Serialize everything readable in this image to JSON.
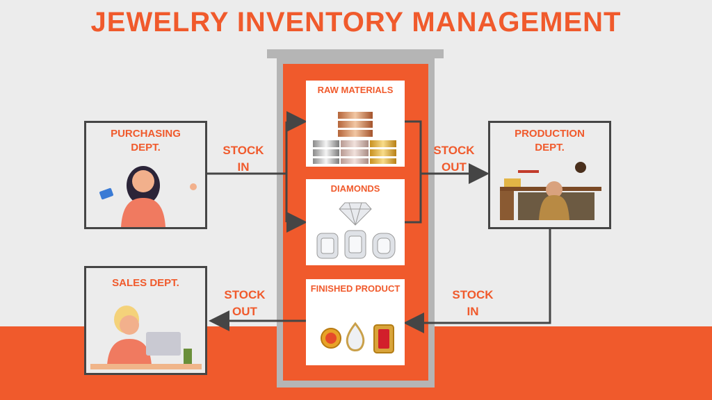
{
  "title": "JEWELRY INVENTORY MANAGEMENT",
  "departments": {
    "purchasing": "PURCHASING DEPT.",
    "production": "PRODUCTION DEPT.",
    "sales": "SALES DEPT."
  },
  "inventory": {
    "raw_materials": "RAW MATERIALS",
    "diamonds": "DIAMONDS",
    "finished_product": "FINISHED PRODUCT"
  },
  "flows": {
    "stock_in": "STOCK IN",
    "stock_out": "STOCK OUT"
  },
  "colors": {
    "accent": "#f05a2c",
    "line": "#454545",
    "tower": "#b5b5b5",
    "background": "#ececec"
  }
}
